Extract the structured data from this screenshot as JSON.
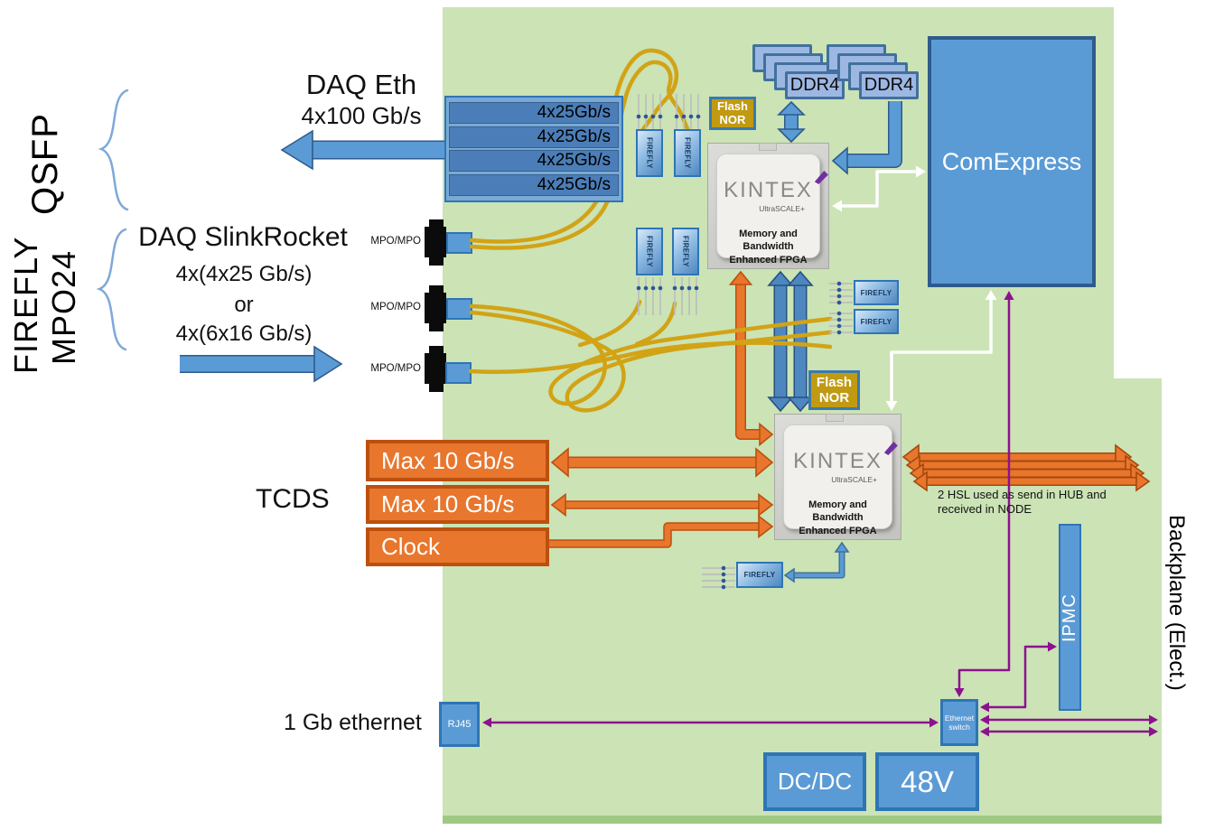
{
  "shared": {
    "firefly": "FIREFLY",
    "mpo": "MPO/MPO",
    "ddr4": "DDR4",
    "flash_line1": "Flash",
    "flash_line2": "NOR",
    "fpga_name": "KINTEX",
    "fpga_family": "UltraSCALE+",
    "fpga_desc1": "Memory and Bandwidth",
    "fpga_desc2": "Enhanced FPGA"
  },
  "left_panel": {
    "qsfp_label": "QSFP",
    "firefly_label": "FIREFLY",
    "mpo24_label": "MPO24",
    "daq_eth_title": "DAQ Eth",
    "daq_eth_rate": "4x100 Gb/s",
    "slink_title": "DAQ SlinkRocket",
    "slink_rate1": "4x(4x25 Gb/s)",
    "slink_or": "or",
    "slink_rate2": "4x(6x16 Gb/s)",
    "tcds_label": "TCDS",
    "eth_label": "1 Gb ethernet"
  },
  "board": {
    "qsfp_lanes": [
      "4x25Gb/s",
      "4x25Gb/s",
      "4x25Gb/s",
      "4x25Gb/s"
    ],
    "comexpress": "ComExpress",
    "tcds_ports": [
      "Max 10 Gb/s",
      "Max 10 Gb/s",
      "Clock"
    ],
    "hsl_note_line1": "2 HSL used as send in HUB and",
    "hsl_note_line2": "received in NODE",
    "ipmc": "IPMC",
    "rj45": "RJ45",
    "eth_switch_line1": "Ethernet",
    "eth_switch_line2": "switch",
    "dcdc": "DC/DC",
    "v48": "48V"
  },
  "right_panel": {
    "backplane_label": "Backplane (Elect.)"
  },
  "colors": {
    "board_green": "#CBE3B5",
    "edge_green": "#9FC983",
    "blue": "#5B9BD5",
    "blue_border": "#2E75B6",
    "steel_blue": "#4E86C0",
    "orange": "#E8762D",
    "orange_border": "#BC500E",
    "gold_flash": "#C09A12",
    "purple": "#8D118F",
    "fiber_gold": "#D2A315",
    "white_arrow": "#FFFFFF"
  }
}
